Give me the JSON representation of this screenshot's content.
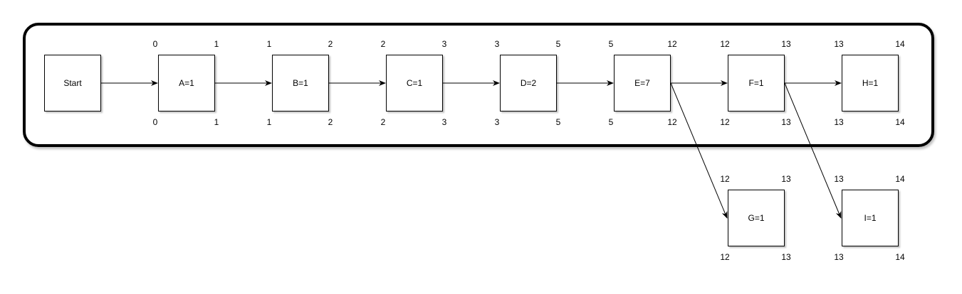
{
  "diagram": {
    "nodes": [
      {
        "id": "start",
        "label": "Start",
        "es": "",
        "ef": "",
        "ls": "",
        "lf": ""
      },
      {
        "id": "a",
        "label": "A=1",
        "es": "0",
        "ef": "1",
        "ls": "0",
        "lf": "1"
      },
      {
        "id": "b",
        "label": "B=1",
        "es": "1",
        "ef": "2",
        "ls": "1",
        "lf": "2"
      },
      {
        "id": "c",
        "label": "C=1",
        "es": "2",
        "ef": "3",
        "ls": "2",
        "lf": "3"
      },
      {
        "id": "d",
        "label": "D=2",
        "es": "3",
        "ef": "5",
        "ls": "3",
        "lf": "5"
      },
      {
        "id": "e",
        "label": "E=7",
        "es": "5",
        "ef": "12",
        "ls": "5",
        "lf": "12"
      },
      {
        "id": "f",
        "label": "F=1",
        "es": "12",
        "ef": "13",
        "ls": "12",
        "lf": "13"
      },
      {
        "id": "h",
        "label": "H=1",
        "es": "13",
        "ef": "14",
        "ls": "13",
        "lf": "14"
      },
      {
        "id": "g",
        "label": "G=1",
        "es": "12",
        "ef": "13",
        "ls": "12",
        "lf": "13"
      },
      {
        "id": "i",
        "label": "I=1",
        "es": "13",
        "ef": "14",
        "ls": "13",
        "lf": "14"
      }
    ],
    "edges": [
      {
        "from": "start",
        "to": "a"
      },
      {
        "from": "a",
        "to": "b"
      },
      {
        "from": "b",
        "to": "c"
      },
      {
        "from": "c",
        "to": "d"
      },
      {
        "from": "d",
        "to": "e"
      },
      {
        "from": "e",
        "to": "f"
      },
      {
        "from": "f",
        "to": "h"
      },
      {
        "from": "e",
        "to": "g"
      },
      {
        "from": "f",
        "to": "i"
      }
    ],
    "critical_path_group": [
      "start",
      "a",
      "b",
      "c",
      "d",
      "e",
      "f",
      "h"
    ]
  }
}
